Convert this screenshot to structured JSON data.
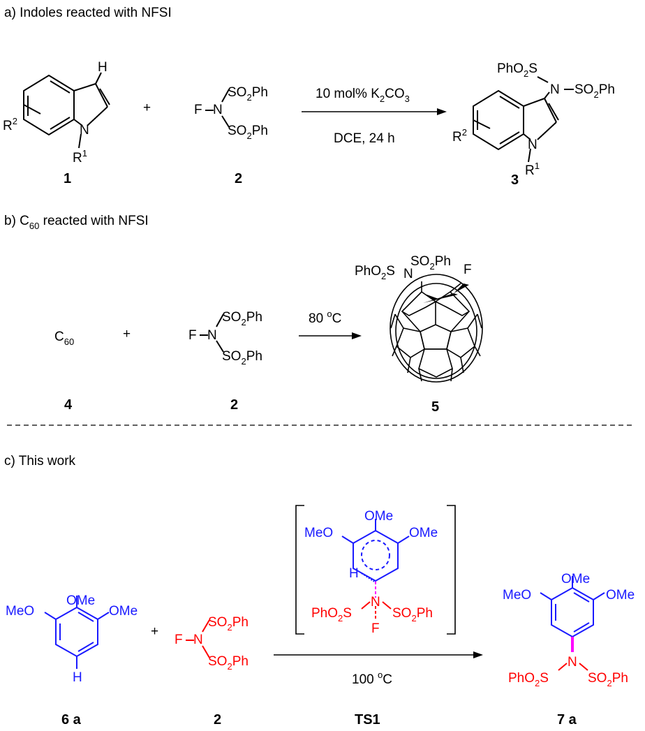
{
  "sections": {
    "a": {
      "header": "a) Indoles reacted with NFSI",
      "plus": "+",
      "reagent": {
        "top": "SO",
        "top_sub": "2",
        "top_end": "Ph",
        "left": "F",
        "mid": "N",
        "bot": "SO",
        "bot_sub": "2",
        "bot_end": "Ph"
      },
      "conditions_top": {
        "pre": "10 mol% K",
        "sub": "2",
        "post": "CO",
        "sub2": "3"
      },
      "conditions_bottom": "DCE, 24 h",
      "indole": {
        "H": "H",
        "N": "N",
        "R2": "R",
        "R2_sup": "2",
        "R1": "R",
        "R1_sup": "1"
      },
      "product": {
        "top": "PhO",
        "top_sub": "2",
        "top_end": "S",
        "N": "N",
        "right": "SO",
        "right_sub": "2",
        "right_end": "Ph",
        "ringN": "N",
        "R2": "R",
        "R2_sup": "2",
        "R1": "R",
        "R1_sup": "1"
      },
      "labels": [
        "1",
        "2",
        "3"
      ]
    },
    "b": {
      "header_pre": "b) C",
      "header_sub": "60",
      "header_post": " reacted with NFSI",
      "c60": "C",
      "c60_sub": "60",
      "plus": "+",
      "reagent": {
        "top": "SO",
        "top_sub": "2",
        "top_end": "Ph",
        "left": "F",
        "mid": "N",
        "bot": "SO",
        "bot_sub": "2",
        "bot_end": "Ph"
      },
      "conditions": {
        "pre": "80 ",
        "sup": "o",
        "post": "C"
      },
      "product": {
        "left": "PhO",
        "left_sub": "2",
        "left_end": "S",
        "N": "N",
        "top": "SO",
        "top_sub": "2",
        "top_end": "Ph",
        "F": "F"
      },
      "labels": [
        "4",
        "2",
        "5"
      ]
    },
    "c": {
      "header": "c) This work",
      "plus": "+",
      "substrate": {
        "ome_top": "OMe",
        "ome_left": "MeO",
        "ome_right": "OMe",
        "H": "H"
      },
      "reagent": {
        "top": "SO",
        "top_sub": "2",
        "top_end": "Ph",
        "left": "F",
        "mid": "N",
        "bot": "SO",
        "bot_sub": "2",
        "bot_end": "Ph"
      },
      "ts": {
        "ome_top": "OMe",
        "ome_left": "MeO",
        "ome_right": "OMe",
        "H": "H",
        "N": "N",
        "left": "PhO",
        "left_sub": "2",
        "left_end": "S",
        "right": "SO",
        "right_sub": "2",
        "right_end": "Ph",
        "F": "F"
      },
      "conditions": {
        "pre": "100 ",
        "sup": "o",
        "post": "C"
      },
      "product": {
        "ome_top": "OMe",
        "ome_left": "MeO",
        "ome_right": "OMe",
        "N": "N",
        "left": "PhO",
        "left_sub": "2",
        "left_end": "S",
        "right": "SO",
        "right_sub": "2",
        "right_end": "Ph"
      },
      "labels": [
        "6 a",
        "2",
        "TS1",
        "7 a"
      ]
    }
  },
  "colors": {
    "blue": "#1a1aff",
    "red": "#ff0000",
    "magenta": "#ff00ff",
    "black": "#000000"
  }
}
